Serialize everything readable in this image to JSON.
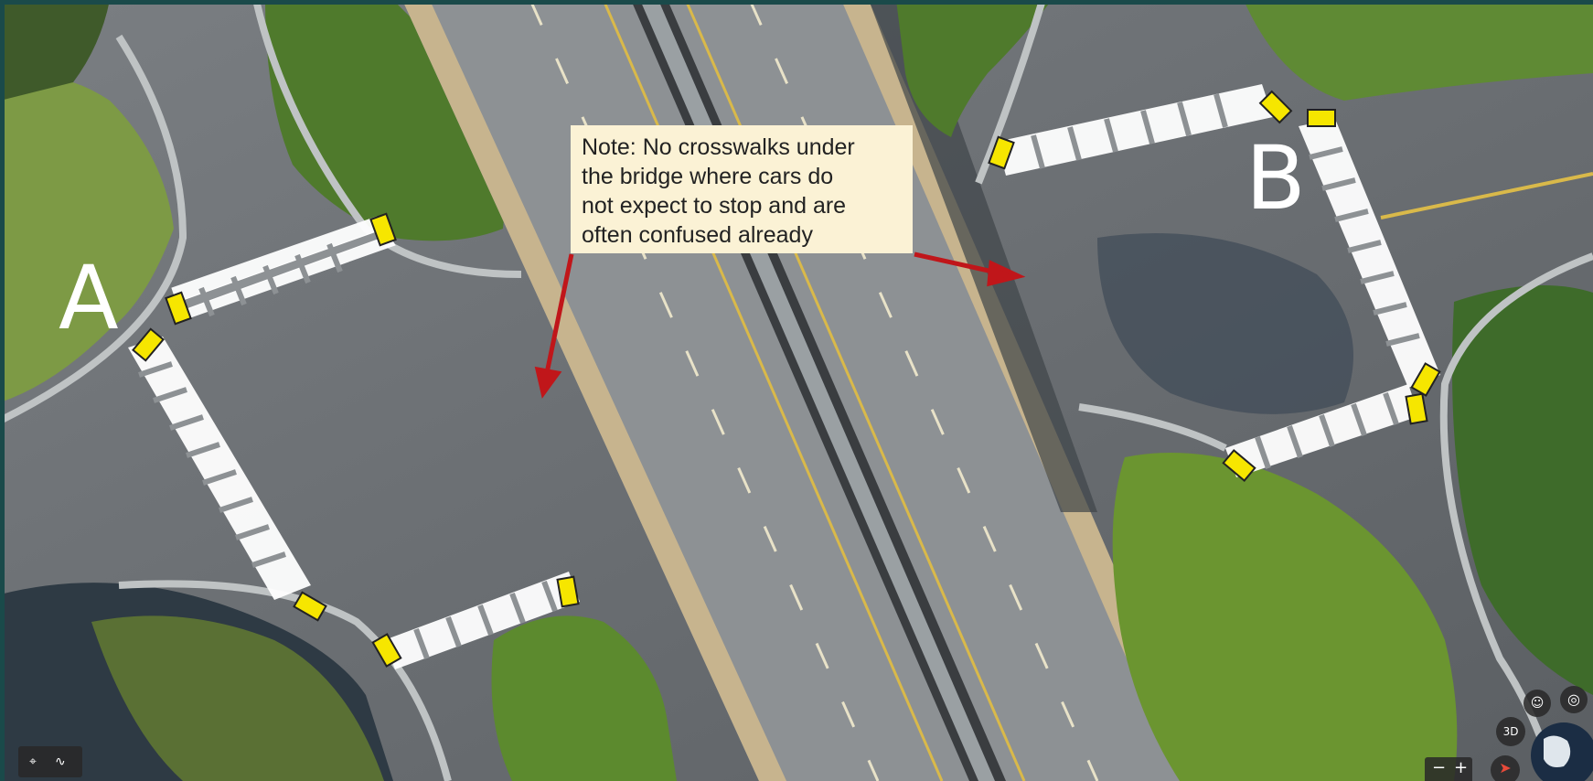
{
  "callout": {
    "lines": [
      "Note: No crosswalks under",
      "the bridge where cars do",
      "not expect to stop and are",
      "often confused already"
    ]
  },
  "labels": {
    "a": "A",
    "b": "B"
  },
  "controls": {
    "pin_icon": "location-pin-icon",
    "elevation_icon": "elevation-icon",
    "pegman_icon": "pegman-icon",
    "locate_icon": "my-location-icon",
    "three_d": "3D",
    "compass_icon": "compass-icon",
    "zoom_out": "−",
    "zoom_in": "+",
    "globe_icon": "globe-icon"
  },
  "colors": {
    "frame": "#1a4a4a",
    "asphalt": "#6b6f73",
    "grass": "#6f8a3b",
    "crosswalk": "#ffffff",
    "signal_marker": "#f6e600",
    "arrow": "#c0161a",
    "callout_bg": "#fbf2d5"
  }
}
